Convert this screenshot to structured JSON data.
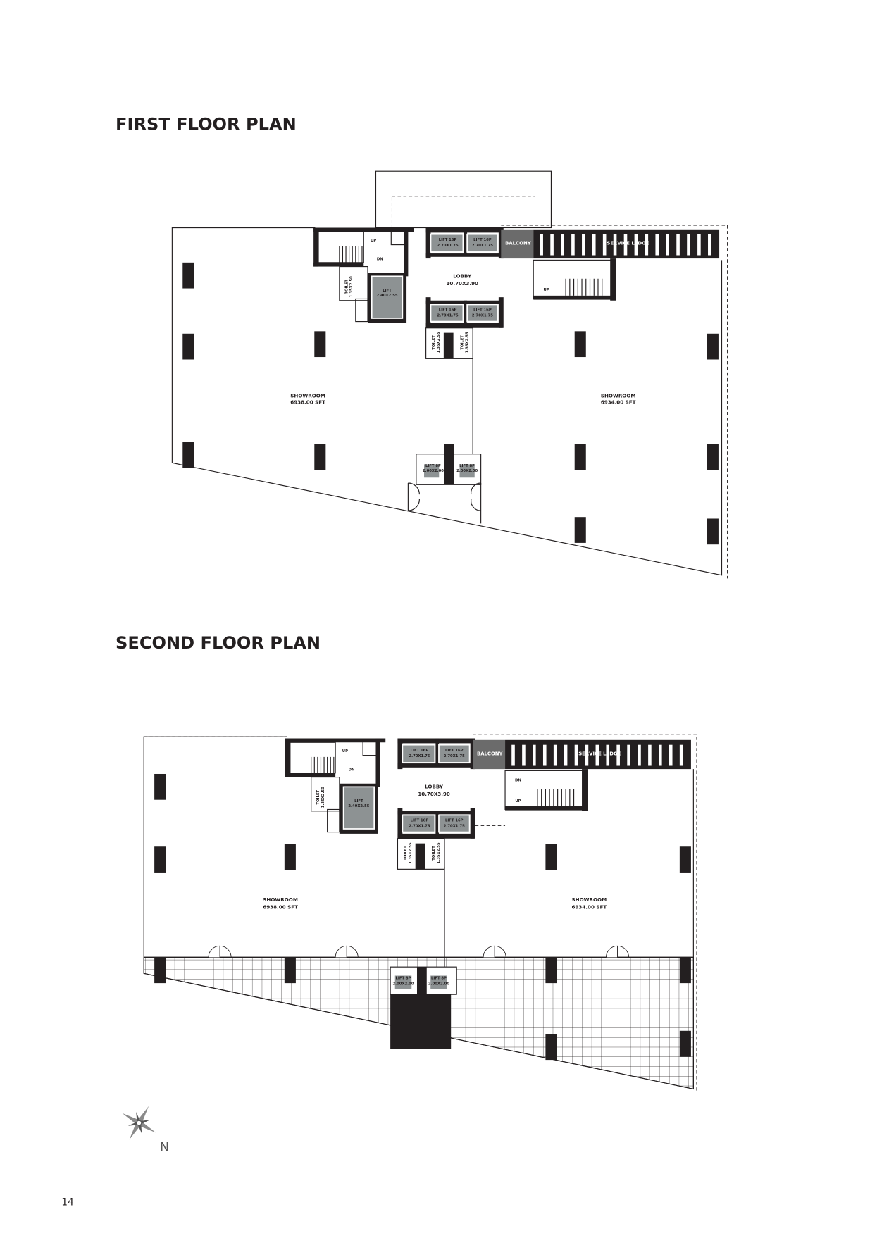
{
  "page": {
    "number": "14"
  },
  "first_floor": {
    "title": "FIRST FLOOR PLAN",
    "showroom_left": {
      "name": "SHOWROOM",
      "area": "6938.00 SFT"
    },
    "showroom_right": {
      "name": "SHOWROOM",
      "area": "6934.00 SFT"
    },
    "lobby": {
      "name": "LOBBY",
      "size": "10.70X3.90"
    }
  },
  "second_floor": {
    "title": "SECOND FLOOR PLAN",
    "showroom_left": {
      "name": "SHOWROOM",
      "area": "6938.00 SFT"
    },
    "showroom_right": {
      "name": "SHOWROOM",
      "area": "6934.00 SFT"
    },
    "lobby": {
      "name": "LOBBY",
      "size": "10.70X3.90"
    }
  },
  "labels": {
    "lift_16p": "LIFT 16P",
    "lift_16p_size": "2.70X1.75",
    "lift": "LIFT",
    "lift_size": "2.40X2.55",
    "lift_8p": "LIFT 8P",
    "lift_8p_size": "2.00X2.00",
    "toilet": "TOILET",
    "toilet_size_a": "1.35X2.50",
    "toilet_size_b": "1.35X2.55",
    "balcony": "BALCONY",
    "service_ledge": "SERVICE LEDGE",
    "up": "UP",
    "dn": "DN"
  },
  "compass": {
    "north_label": "N",
    "icon": "compass-rose-icon"
  },
  "colors": {
    "wall": "#231f20",
    "lift": "#8d9293",
    "text": "#231f20"
  }
}
